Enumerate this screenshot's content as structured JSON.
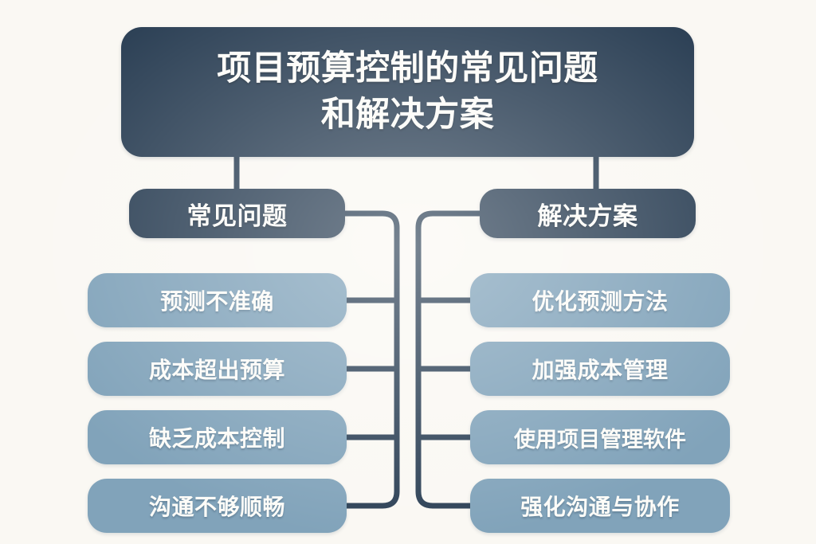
{
  "meta": {
    "background_color": "#faf8f3",
    "dark_node_color": "#2d4156",
    "light_node_color": "#81a3ba",
    "connector_color": "#2d4156",
    "text_color": "#fdfcf8"
  },
  "title": {
    "line1": "项目预算控制的常见问题",
    "line2": "和解决方案",
    "full": "项目预算控制的常见问题和解决方案"
  },
  "branches": {
    "left": {
      "label": "常见问题"
    },
    "right": {
      "label": "解决方案"
    }
  },
  "problems": [
    {
      "label": "预测不准确"
    },
    {
      "label": "成本超出预算"
    },
    {
      "label": "缺乏成本控制"
    },
    {
      "label": "沟通不够顺畅"
    }
  ],
  "solutions": [
    {
      "label": "优化预测方法"
    },
    {
      "label": "加强成本管理"
    },
    {
      "label": "使用项目管理软件"
    },
    {
      "label": "强化沟通与协作"
    }
  ],
  "chart_data": {
    "type": "diagram",
    "diagram_kind": "mind-map",
    "title": "项目预算控制的常见问题和解决方案",
    "root": "项目预算控制的常见问题和解决方案",
    "nodes": [
      {
        "id": "root",
        "label": "项目预算控制的常见问题和解决方案",
        "level": 0,
        "style": "dark"
      },
      {
        "id": "problems",
        "label": "常见问题",
        "level": 1,
        "style": "dark"
      },
      {
        "id": "solutions",
        "label": "解决方案",
        "level": 1,
        "style": "dark"
      },
      {
        "id": "p1",
        "label": "预测不准确",
        "level": 2,
        "style": "light"
      },
      {
        "id": "p2",
        "label": "成本超出预算",
        "level": 2,
        "style": "light"
      },
      {
        "id": "p3",
        "label": "缺乏成本控制",
        "level": 2,
        "style": "light"
      },
      {
        "id": "p4",
        "label": "沟通不够顺畅",
        "level": 2,
        "style": "light"
      },
      {
        "id": "s1",
        "label": "优化预测方法",
        "level": 2,
        "style": "light"
      },
      {
        "id": "s2",
        "label": "加强成本管理",
        "level": 2,
        "style": "light"
      },
      {
        "id": "s3",
        "label": "使用项目管理软件",
        "level": 2,
        "style": "light"
      },
      {
        "id": "s4",
        "label": "强化沟通与协作",
        "level": 2,
        "style": "light"
      }
    ],
    "edges": [
      {
        "from": "root",
        "to": "problems"
      },
      {
        "from": "root",
        "to": "solutions"
      },
      {
        "from": "problems",
        "to": "p1"
      },
      {
        "from": "problems",
        "to": "p2"
      },
      {
        "from": "problems",
        "to": "p3"
      },
      {
        "from": "problems",
        "to": "p4"
      },
      {
        "from": "solutions",
        "to": "s1"
      },
      {
        "from": "solutions",
        "to": "s2"
      },
      {
        "from": "solutions",
        "to": "s3"
      },
      {
        "from": "solutions",
        "to": "s4"
      }
    ]
  }
}
